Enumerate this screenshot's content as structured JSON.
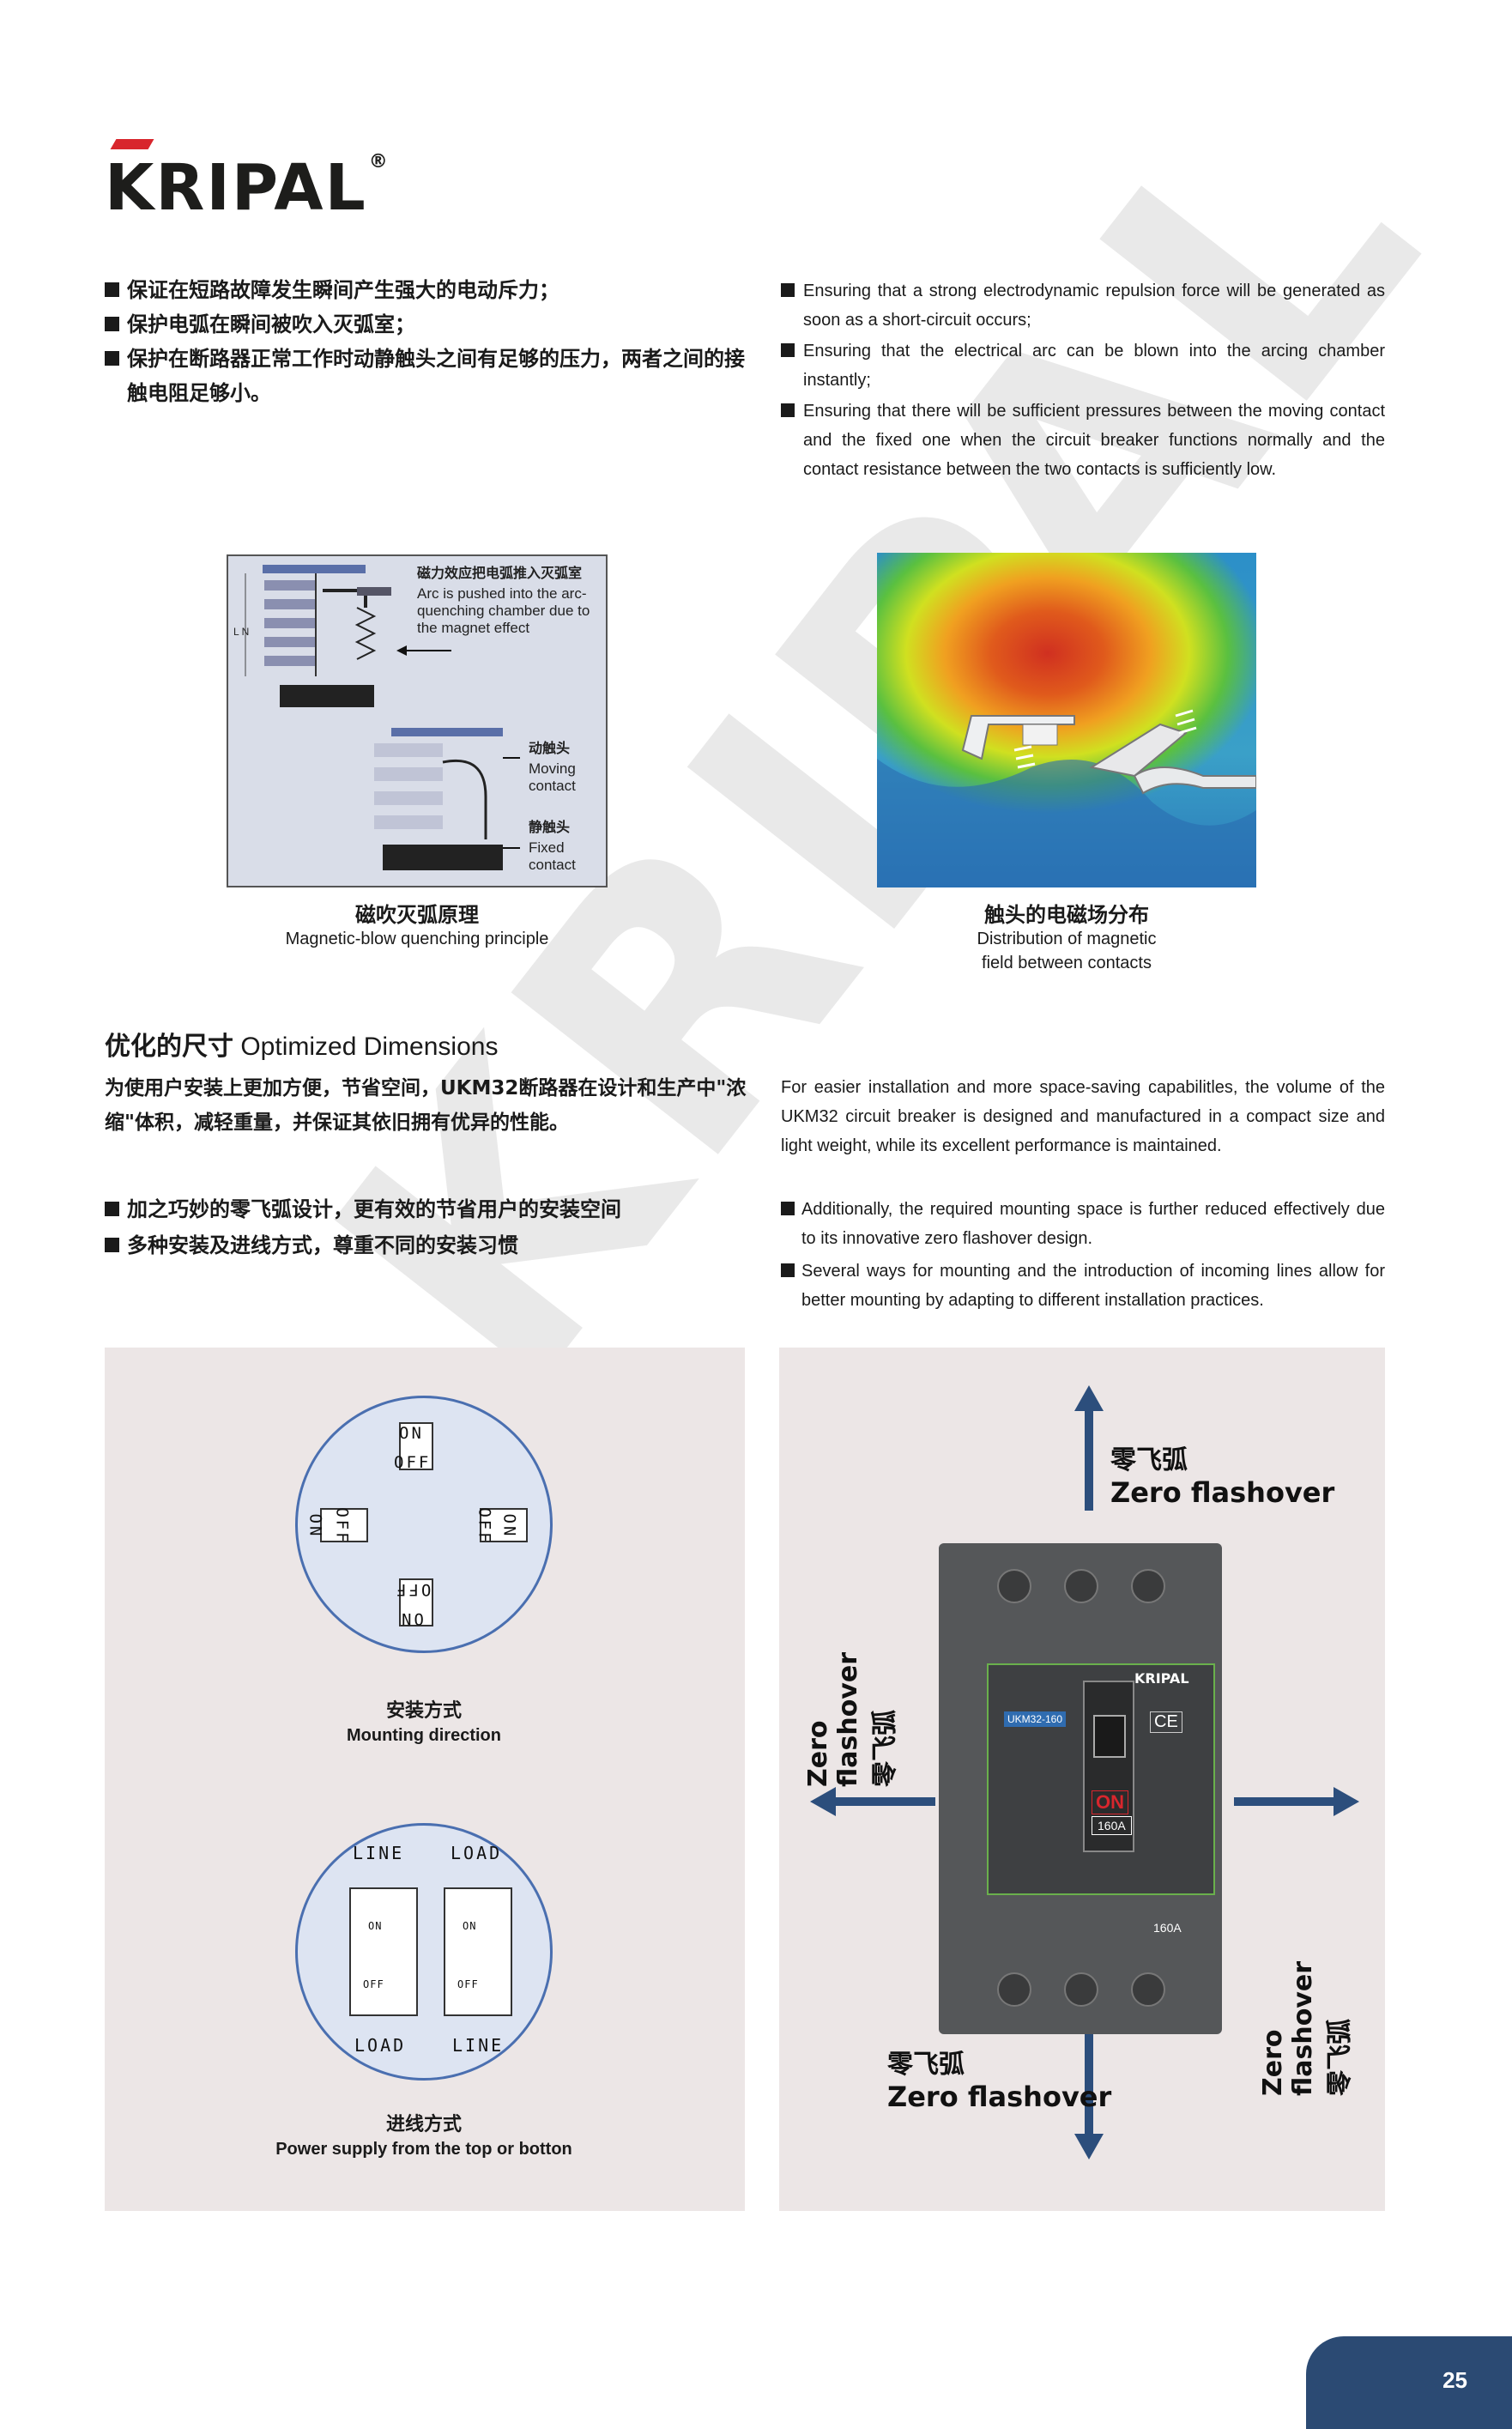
{
  "brand": {
    "logo": "KRIPAL",
    "reg": "®"
  },
  "bullets_cn": [
    "保证在短路故障发生瞬间产生强大的电动斥力；",
    "保护电弧在瞬间被吹入灭弧室；",
    "保护在断路器正常工作时动静触头之间有足够的压力，两者之间的接触电阻足够小。"
  ],
  "bullets_en": [
    "Ensuring that a strong electrodynamic repulsion force will be generated as soon as a short-circuit occurs;",
    "Ensuring that the electrical arc can be blown into the arcing chamber instantly;",
    "Ensuring that there will be sufficient pressures between the moving contact and the fixed one when the circuit breaker functions normally and the contact resistance between the two contacts is sufficiently low."
  ],
  "figure1": {
    "label_cn": "磁力效应把电弧推入灭弧室",
    "label_en": "Arc is pushed into the arc-quenching chamber due to the magnet effect",
    "moving_cn": "动触头",
    "moving_en": "Moving contact",
    "fixed_cn": "静触头",
    "fixed_en": "Fixed contact",
    "axis_label": "L N",
    "caption_cn": "磁吹灭弧原理",
    "caption_en": "Magnetic-blow quenching principle"
  },
  "figure2": {
    "caption_cn": "触头的电磁场分布",
    "caption_en_1": "Distribution of magnetic",
    "caption_en_2": "field between contacts"
  },
  "section": {
    "title_cn": "优化的尺寸",
    "title_en": "Optimized Dimensions",
    "para_cn": "为使用户安装上更加方便，节省空间，UKM32断路器在设计和生产中\"浓缩\"体积，减轻重量，并保证其依旧拥有优异的性能。",
    "para_en": "For easier installation and more space-saving capabilitles, the volume of the UKM32 circuit breaker is designed and manufactured in a compact size and light weight, while its excellent performance is maintained.",
    "bullets_cn": [
      "加之巧妙的零飞弧设计，更有效的节省用户的安装空间",
      "多种安装及进线方式，尊重不同的安装习惯"
    ],
    "bullets_en": [
      "Additionally, the required mounting space is further reduced effectively due to its innovative zero flashover design.",
      "Several ways for mounting and the introduction of incoming lines allow for better mounting by adapting to different installation practices."
    ]
  },
  "mounting": {
    "on": "ON",
    "off": "OFF",
    "caption_cn": "安装方式",
    "caption_en": "Mounting direction"
  },
  "power": {
    "line": "LINE",
    "load": "LOAD",
    "on": "ON",
    "off": "OFF",
    "caption_cn": "进线方式",
    "caption_en": "Power supply from the top or botton"
  },
  "breaker": {
    "brand": "KRIPAL",
    "model": "UKM32-160",
    "rating": "160A",
    "ce": "CE",
    "on_label": "ON",
    "zero_cn": "零飞弧",
    "zero_en": "Zero flashover"
  },
  "watermark": "KRIPAL",
  "page_number": "25",
  "colors": {
    "accent_red": "#d8262d",
    "navy": "#2b4a73",
    "panel": "#ece6e6",
    "arrow": "#2c4e7c"
  }
}
